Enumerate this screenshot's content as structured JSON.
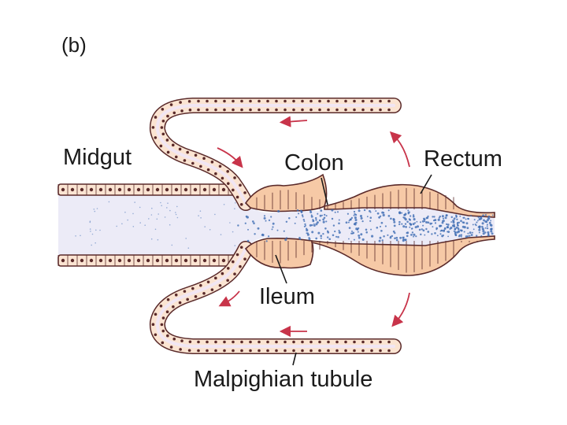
{
  "panel_label": "(b)",
  "labels": {
    "midgut": "Midgut",
    "colon": "Colon",
    "rectum": "Rectum",
    "ileum": "Ileum",
    "malpighian_tubule": "Malpighian tubule"
  },
  "colors": {
    "wall_fill": "#f6c9a6",
    "wall_outline": "#5a2a2a",
    "cell_fill": "#fbe4d2",
    "lumen": "#ecebf7",
    "tubule_lumen": "#f1e6f3",
    "particles": "#3f6db3",
    "arrows": "#c8344a"
  }
}
